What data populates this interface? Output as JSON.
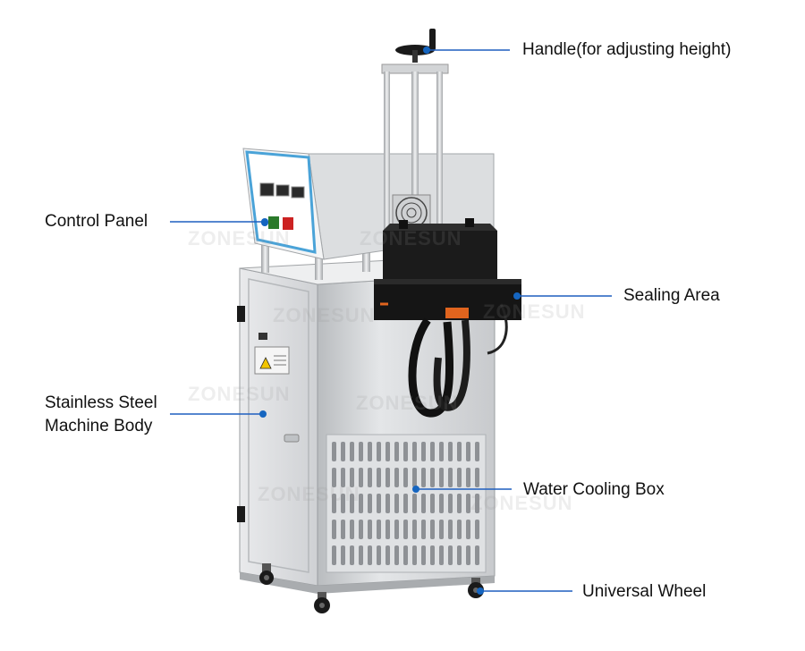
{
  "labels": {
    "handle": "Handle(for adjusting height)",
    "control_panel": "Control Panel",
    "sealing_area": "Sealing Area",
    "body_line1": "Stainless Steel",
    "body_line2": "Machine Body",
    "water_cooling": "Water Cooling Box",
    "wheel": "Universal Wheel"
  },
  "watermark": "ZONESUN",
  "colors": {
    "leader": "#1f5fbf",
    "dot": "#1565c0",
    "steel": "#d6d8da",
    "panel_blue": "#4aa3d8",
    "sealer_black": "#1b1b1b",
    "accent_orange": "#e0641e"
  }
}
